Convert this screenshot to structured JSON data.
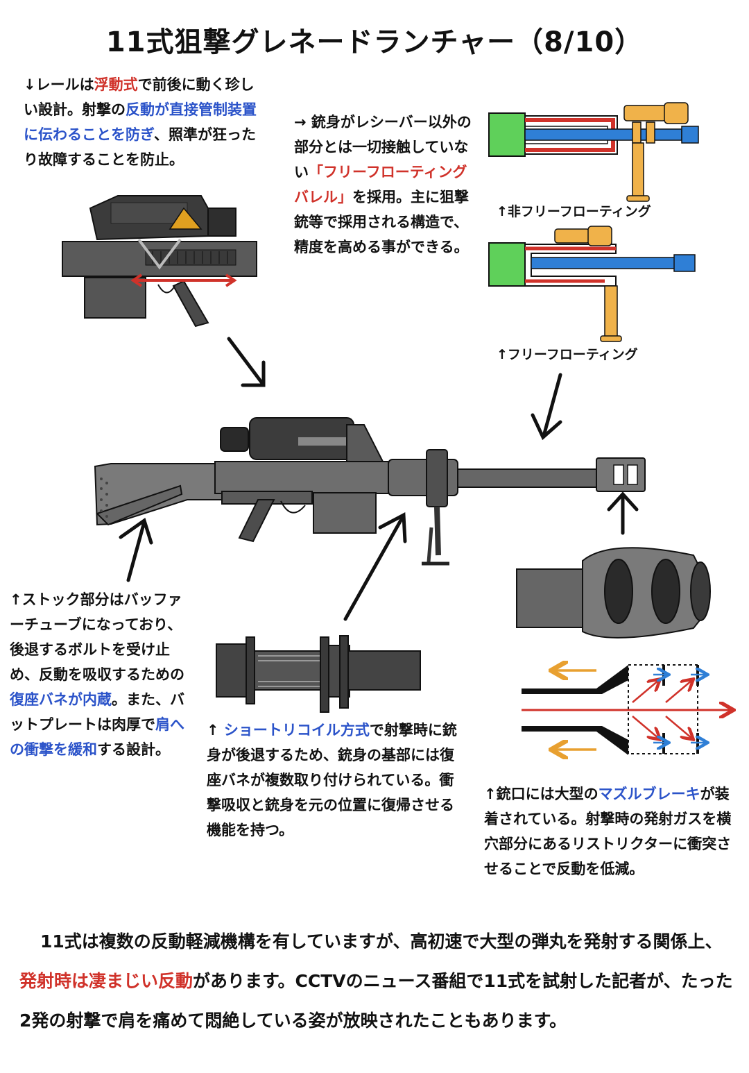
{
  "title": "11式狙撃グレネードランチャー（8/10）",
  "note_rail": {
    "p1": "↓レールは",
    "h1": "浮動式",
    "p2": "で前後に動く珍しい設計。射撃の",
    "h2": "反動が直接管制装置に伝わることを防ぎ",
    "p3": "、照準が狂ったり故障することを防止。"
  },
  "note_barrel": {
    "p1": "→ 銃身がレシーバー以外の部分とは一切接触していない",
    "h1": "「フリーフローティングバレル」",
    "p2": "を採用。主に狙撃銃等で採用される構造で、精度を高める事ができる。"
  },
  "label_non_free": "↑非フリーフローティング",
  "label_free": "↑フリーフローティング",
  "note_stock": {
    "p1": "↑ストック部分はバッファーチューブになっており、後退するボルトを受け止め、反動を吸収するための",
    "h1": "復座バネが内蔵",
    "p2": "。また、バットプレートは肉厚で",
    "h2": "肩への衝撃を緩和",
    "p3": "する設計。"
  },
  "note_recoil": {
    "p1": "↑ ",
    "h1": "ショートリコイル方式",
    "p2": "で射撃時に銃身が後退するため、銃身の基部には復座バネが複数取り付けられている。衝撃吸収と銃身を元の位置に復帰させる機能を持つ。"
  },
  "note_muzzle": {
    "p1": "↑銃口には大型の",
    "h1": "マズルブレーキ",
    "p2": "が装着されている。射撃時の発射ガスを横穴部分にあるリストリクターに衝突させることで反動を低減。"
  },
  "bottom": {
    "p1": "11式は複数の反動軽減機構を有していますが、高初速で大型の弾丸を発射する関係上、",
    "h1": "発射時は凄まじい反動",
    "p2": "があります。CCTVのニュース番組で11式を試射した記者が、たった2発の射撃で肩を痛めて悶絶している姿が放映されたこともあります。"
  },
  "colors": {
    "highlight_red": "#d0322a",
    "highlight_blue": "#2b53c9",
    "receiver_green": "#5fd05a",
    "barrel_blue": "#2f7fd6",
    "scope_orange": "#f0b24a",
    "gun_gray": "#555555"
  },
  "icons": [
    "arrow-down-right-icon",
    "arrow-down-left-icon",
    "arrow-up-icon",
    "arrow-up-right-icon"
  ]
}
